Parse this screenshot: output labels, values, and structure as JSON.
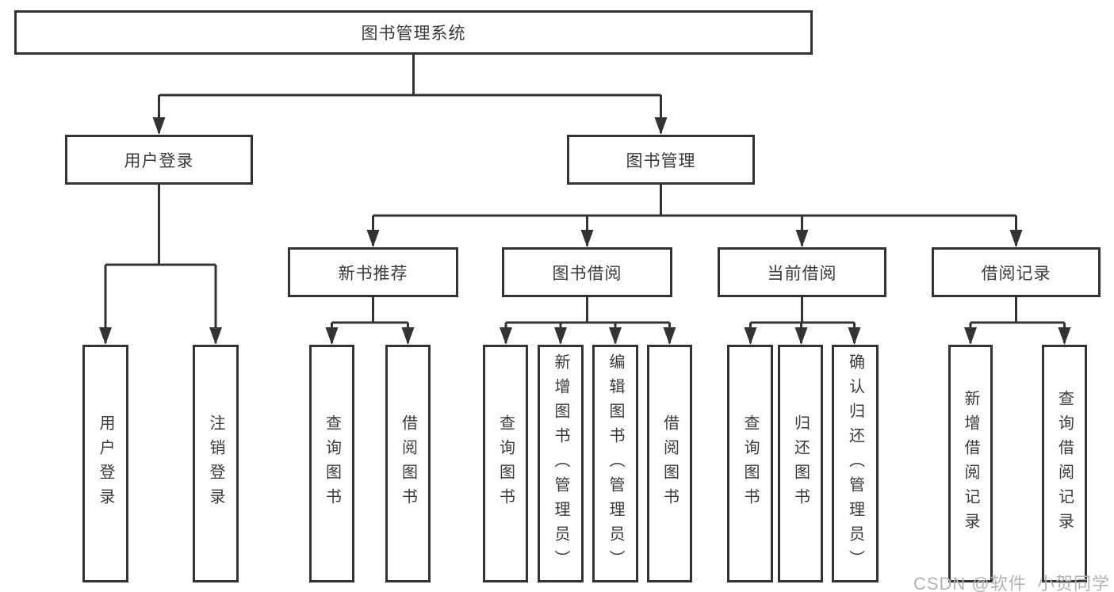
{
  "diagram": {
    "root": {
      "label": "图书管理系统"
    },
    "user_login": {
      "label": "用户登录",
      "leaves": [
        "用户登录",
        "注销登录"
      ]
    },
    "book_mgmt": {
      "label": "图书管理",
      "new_book_rec": {
        "label": "新书推荐",
        "leaves": [
          "查询图书",
          "借阅图书"
        ]
      },
      "book_borrow": {
        "label": "图书借阅",
        "leaves": [
          "查询图书",
          "新增图书（管理员）",
          "编辑图书（管理员）",
          "借阅图书"
        ]
      },
      "current_borrow": {
        "label": "当前借阅",
        "leaves": [
          "查询图书",
          "归还图书",
          "确认归还（管理员）"
        ]
      },
      "borrow_records": {
        "label": "借阅记录",
        "leaves": [
          "新增借阅记录",
          "查询借阅记录"
        ]
      }
    }
  },
  "watermark": "CSDN @软件_小贺同学",
  "colors": {
    "line": "#333333",
    "text": "#3a3a3a",
    "watermark": "#b3b3b3",
    "background": "#ffffff"
  }
}
